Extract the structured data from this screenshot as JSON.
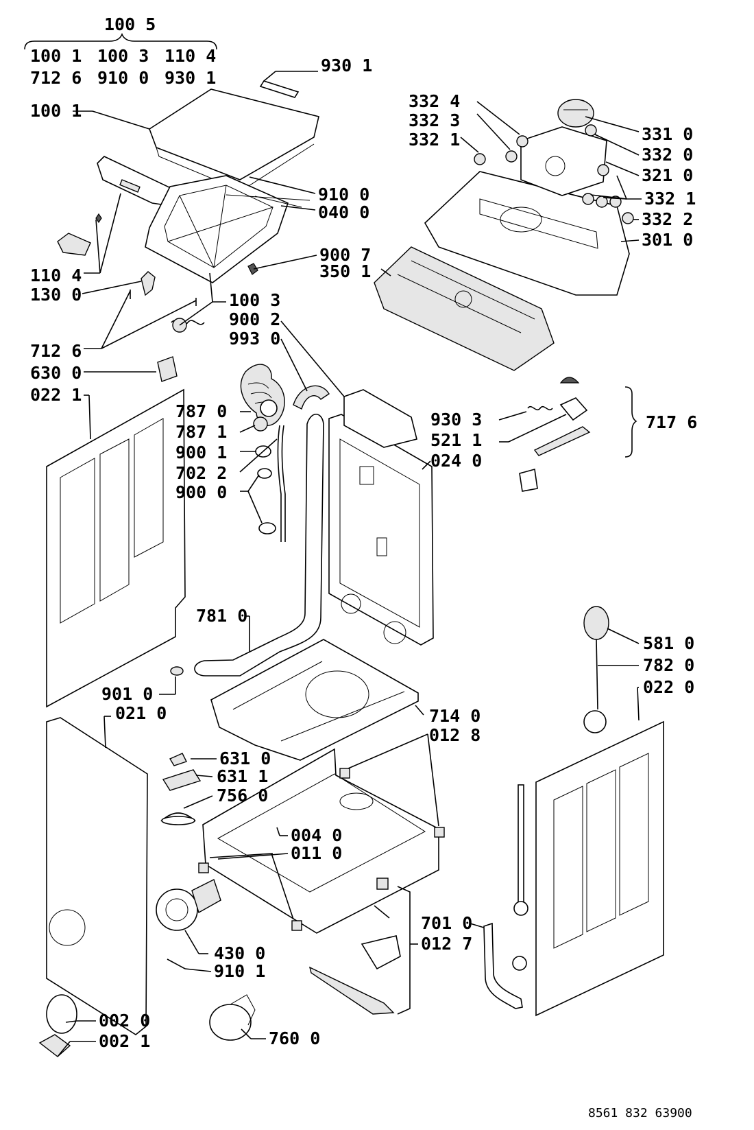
{
  "labels": [
    {
      "id": "l-100-5-top",
      "text": "100 5"
    },
    {
      "id": "l-100-1-g",
      "text": "100 1"
    },
    {
      "id": "l-100-3-g",
      "text": "100 3"
    },
    {
      "id": "l-110-4-g",
      "text": "110 4"
    },
    {
      "id": "l-712-6-g",
      "text": "712 6"
    },
    {
      "id": "l-910-0-g",
      "text": "910 0"
    },
    {
      "id": "l-930-1-g",
      "text": "930 1"
    },
    {
      "id": "l-930-1",
      "text": "930 1"
    },
    {
      "id": "l-100-1",
      "text": "100 1"
    },
    {
      "id": "l-910-0",
      "text": "910 0"
    },
    {
      "id": "l-040-0",
      "text": "040 0"
    },
    {
      "id": "l-110-4",
      "text": "110 4"
    },
    {
      "id": "l-130-0",
      "text": "130 0"
    },
    {
      "id": "l-100-3",
      "text": "100 3"
    },
    {
      "id": "l-900-2",
      "text": "900 2"
    },
    {
      "id": "l-993-0",
      "text": "993 0"
    },
    {
      "id": "l-712-6",
      "text": "712 6"
    },
    {
      "id": "l-630-0",
      "text": "630 0"
    },
    {
      "id": "l-022-1",
      "text": "022 1"
    },
    {
      "id": "l-787-0",
      "text": "787 0"
    },
    {
      "id": "l-787-1",
      "text": "787 1"
    },
    {
      "id": "l-900-1",
      "text": "900 1"
    },
    {
      "id": "l-702-2",
      "text": "702 2"
    },
    {
      "id": "l-900-0",
      "text": "900 0"
    },
    {
      "id": "l-332-4",
      "text": "332 4"
    },
    {
      "id": "l-332-3",
      "text": "332 3"
    },
    {
      "id": "l-332-1-a",
      "text": "332 1"
    },
    {
      "id": "l-331-0",
      "text": "331 0"
    },
    {
      "id": "l-332-0",
      "text": "332 0"
    },
    {
      "id": "l-321-0",
      "text": "321 0"
    },
    {
      "id": "l-332-1-b",
      "text": "332 1"
    },
    {
      "id": "l-332-2",
      "text": "332 2"
    },
    {
      "id": "l-301-0",
      "text": "301 0"
    },
    {
      "id": "l-900-7",
      "text": "900 7"
    },
    {
      "id": "l-350-1",
      "text": "350 1"
    },
    {
      "id": "l-930-3",
      "text": "930 3"
    },
    {
      "id": "l-521-1",
      "text": "521 1"
    },
    {
      "id": "l-024-0",
      "text": "024 0"
    },
    {
      "id": "l-717-6",
      "text": "717 6"
    },
    {
      "id": "l-781-0",
      "text": "781 0"
    },
    {
      "id": "l-901-0",
      "text": "901 0"
    },
    {
      "id": "l-021-0",
      "text": "021 0"
    },
    {
      "id": "l-581-0",
      "text": "581 0"
    },
    {
      "id": "l-782-0",
      "text": "782 0"
    },
    {
      "id": "l-022-0",
      "text": "022 0"
    },
    {
      "id": "l-714-0",
      "text": "714 0"
    },
    {
      "id": "l-012-8",
      "text": "012 8"
    },
    {
      "id": "l-631-0",
      "text": "631 0"
    },
    {
      "id": "l-631-1",
      "text": "631 1"
    },
    {
      "id": "l-756-0",
      "text": "756 0"
    },
    {
      "id": "l-004-0",
      "text": "004 0"
    },
    {
      "id": "l-011-0",
      "text": "011 0"
    },
    {
      "id": "l-430-0",
      "text": "430 0"
    },
    {
      "id": "l-910-1",
      "text": "910 1"
    },
    {
      "id": "l-701-0",
      "text": "701 0"
    },
    {
      "id": "l-012-7",
      "text": "012 7"
    },
    {
      "id": "l-002-0",
      "text": "002 0"
    },
    {
      "id": "l-002-1",
      "text": "002 1"
    },
    {
      "id": "l-760-0",
      "text": "760 0"
    }
  ],
  "document_number": "8561 832 63900"
}
